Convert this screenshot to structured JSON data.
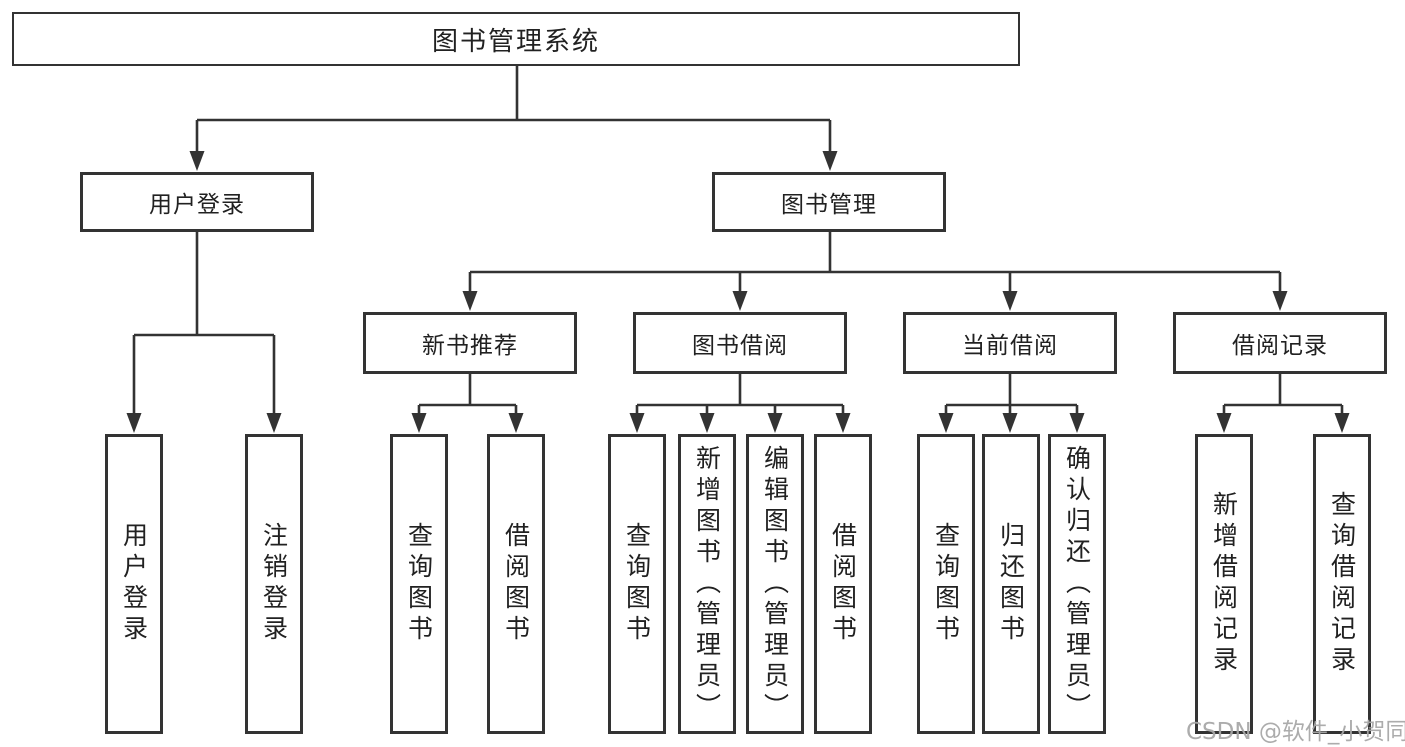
{
  "diagram_title": "图书管理系统",
  "colors": {
    "line": "#333333",
    "box_border": "#333333",
    "text": "#212121",
    "background": "#ffffff",
    "watermark": "#a8a8a8"
  },
  "tree": {
    "root": {
      "label": "图书管理系统"
    },
    "branches": [
      {
        "label": "用户登录",
        "leaves": [
          {
            "label": "用户登录"
          },
          {
            "label": "注销登录"
          }
        ]
      },
      {
        "label": "图书管理",
        "groups": [
          {
            "label": "新书推荐",
            "leaves": [
              {
                "label": "查询图书"
              },
              {
                "label": "借阅图书"
              }
            ]
          },
          {
            "label": "图书借阅",
            "leaves": [
              {
                "label": "查询图书"
              },
              {
                "label": "新增图书（管理员）"
              },
              {
                "label": "编辑图书（管理员）"
              },
              {
                "label": "借阅图书"
              }
            ]
          },
          {
            "label": "当前借阅",
            "leaves": [
              {
                "label": "查询图书"
              },
              {
                "label": "归还图书"
              },
              {
                "label": "确认归还（管理员）"
              }
            ]
          },
          {
            "label": "借阅记录",
            "leaves": [
              {
                "label": "新增借阅记录"
              },
              {
                "label": "查询借阅记录"
              }
            ]
          }
        ]
      }
    ]
  },
  "watermark": {
    "text": "CSDN @软件_小贺同学"
  }
}
